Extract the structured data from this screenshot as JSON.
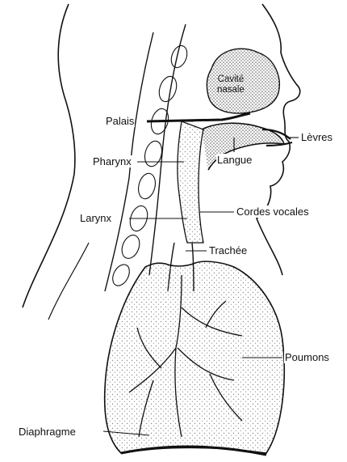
{
  "labels": {
    "cavite_nasale": "Cavité\nnasale",
    "palais": "Palais",
    "levres": "Lèvres",
    "pharynx": "Pharynx",
    "langue": "Langue",
    "larynx": "Larynx",
    "cordes_vocales": "Cordes vocales",
    "trachee": "Trachée",
    "poumons": "Poumons",
    "diaphragme": "Diaphragme"
  },
  "colors": {
    "ink": "#111111",
    "stipple": "#9a9a9a",
    "background": "#ffffff"
  }
}
